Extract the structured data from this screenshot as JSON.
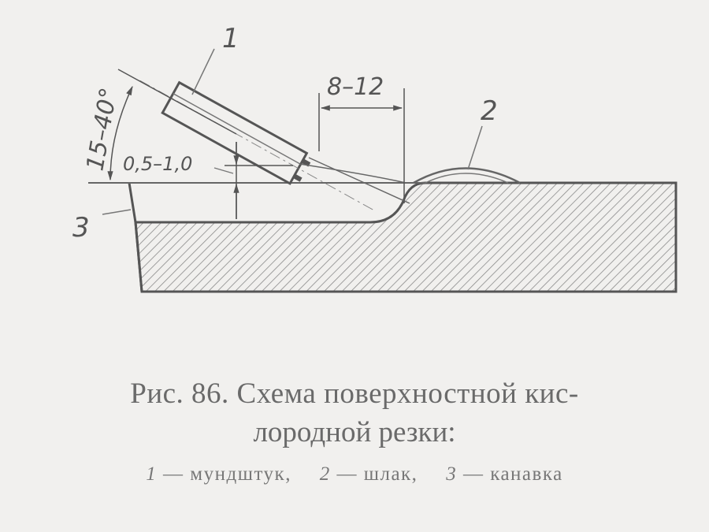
{
  "diagram": {
    "labels": {
      "nozzle_number": "1",
      "slag_number": "2",
      "groove_number": "3",
      "angle": "15–40°",
      "gap": "0,5–1,0",
      "distance": "8–12"
    }
  },
  "caption": {
    "line1": "Рис. 86. Схема поверхностной кис-",
    "line2": "лородной резки:"
  },
  "legend": {
    "items": [
      {
        "num": "1",
        "text": "— мундштук,"
      },
      {
        "num": "2",
        "text": "— шлак,"
      },
      {
        "num": "3",
        "text": "— канавка"
      }
    ]
  }
}
